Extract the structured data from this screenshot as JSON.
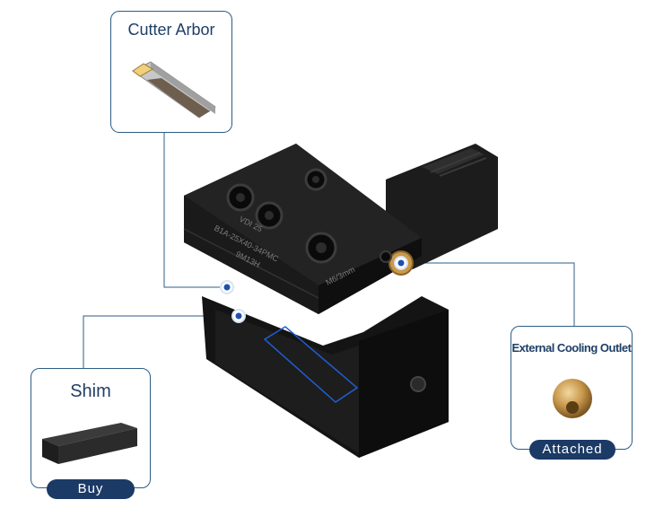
{
  "callouts": {
    "cutter_arbor": {
      "title": "Cutter Arbor"
    },
    "shim": {
      "title": "Shim",
      "button": "Buy"
    },
    "cooling": {
      "title": "External Cooling Outlet",
      "badge": "Attached"
    }
  },
  "product": {
    "engraving": [
      "VDI 25",
      "B1A-25X40-34PMC",
      "9M13H"
    ],
    "thread_label": "M6/3mm"
  },
  "colors": {
    "accent": "#1b3a66",
    "line": "#2d5d86",
    "marker": "#1f4fb0",
    "body": "#151515",
    "brass": "#c8984c"
  }
}
